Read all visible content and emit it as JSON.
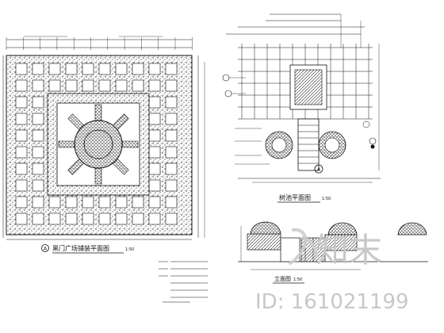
{
  "drawing": {
    "left_plan_title": "黑门广场铺装平面图",
    "left_plan_marker": "A",
    "left_plan_scale": "1:50",
    "right_plan_title": "树池平面图",
    "right_plan_scale": "1:50",
    "elevation_title": "立面图",
    "elevation_scale": "1:50",
    "section_marker": "A"
  },
  "watermark": {
    "logo_text": "知末",
    "id_text": "ID: 161021199"
  },
  "colors": {
    "line": "#111111",
    "watermark": "#c8c8c8"
  }
}
